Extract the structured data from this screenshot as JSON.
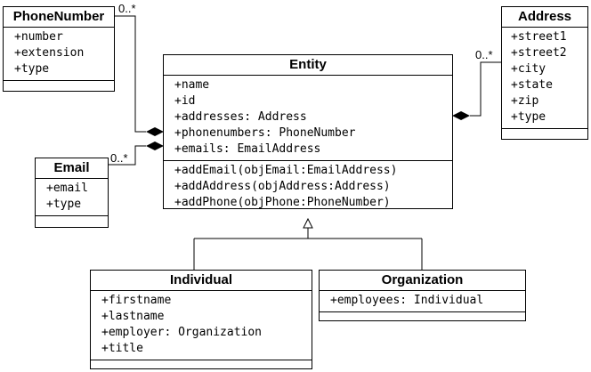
{
  "classes": {
    "phonenumber": {
      "name": "PhoneNumber",
      "attributes": [
        "+number",
        "+extension",
        "+type"
      ]
    },
    "address": {
      "name": "Address",
      "attributes": [
        "+street1",
        "+street2",
        "+city",
        "+state",
        "+zip",
        "+type"
      ]
    },
    "entity": {
      "name": "Entity",
      "attributes": [
        "+name",
        "+id",
        "+addresses: Address",
        "+phonenumbers: PhoneNumber",
        "+emails: EmailAddress"
      ],
      "operations": [
        "+addEmail(objEmail:EmailAddress)",
        "+addAddress(objAddress:Address)",
        "+addPhone(objPhone:PhoneNumber)"
      ]
    },
    "email": {
      "name": "Email",
      "attributes": [
        "+email",
        "+type"
      ]
    },
    "individual": {
      "name": "Individual",
      "attributes": [
        "+firstname",
        "+lastname",
        "+employer: Organization",
        "+title"
      ]
    },
    "organization": {
      "name": "Organization",
      "attributes": [
        "+employees: Individual"
      ]
    }
  },
  "multiplicities": {
    "phonenumber": "0..*",
    "address": "0..*",
    "email": "0..*"
  }
}
